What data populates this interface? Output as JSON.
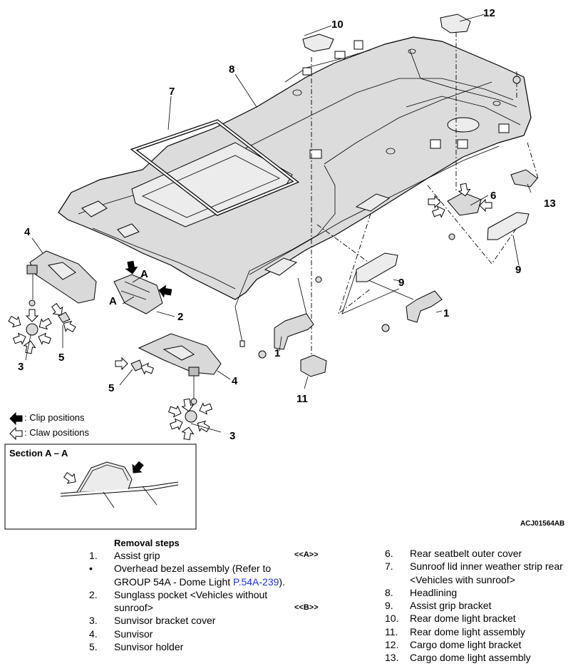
{
  "diagram": {
    "callouts": [
      "1",
      "1",
      "2",
      "2",
      "3",
      "3",
      "4",
      "4",
      "5",
      "5",
      "6",
      "7",
      "8",
      "8",
      "9",
      "9",
      "10",
      "11",
      "12",
      "13"
    ],
    "section_markers": [
      "A",
      "A"
    ],
    "legend": {
      "clip_label": ": Clip positions",
      "claw_label": ": Claw positions"
    },
    "section_title": "Section A – A",
    "figure_id": "ACJ01564AB"
  },
  "removal": {
    "title": "Removal steps",
    "left": [
      {
        "num": "1.",
        "text": "Assist grip",
        "tag": "<<A>>"
      },
      {
        "num": "•",
        "text": "Overhead bezel assembly (Refer to GROUP 54A - Dome Light ",
        "link": "P.54A-239",
        "suffix": ").",
        "tag": ""
      },
      {
        "num": "2.",
        "text": "Sunglass pocket <Vehicles without sunroof>",
        "tag": "<<B>>"
      },
      {
        "num": "3.",
        "text": "Sunvisor bracket cover",
        "tag": ""
      },
      {
        "num": "4.",
        "text": "Sunvisor",
        "tag": ""
      },
      {
        "num": "5.",
        "text": "Sunvisor holder",
        "tag": ""
      }
    ],
    "right": [
      {
        "num": "6.",
        "text": "Rear seatbelt outer cover"
      },
      {
        "num": "7.",
        "text": "Sunroof lid inner weather strip rear <Vehicles with sunroof>"
      },
      {
        "num": "8.",
        "text": "Headlining"
      },
      {
        "num": "9.",
        "text": "Assist grip bracket"
      },
      {
        "num": "10.",
        "text": "Rear dome light bracket"
      },
      {
        "num": "11.",
        "text": "Rear dome light assembly"
      },
      {
        "num": "12.",
        "text": "Cargo dome light bracket"
      },
      {
        "num": "13.",
        "text": "Cargo dome light assembly"
      }
    ]
  }
}
